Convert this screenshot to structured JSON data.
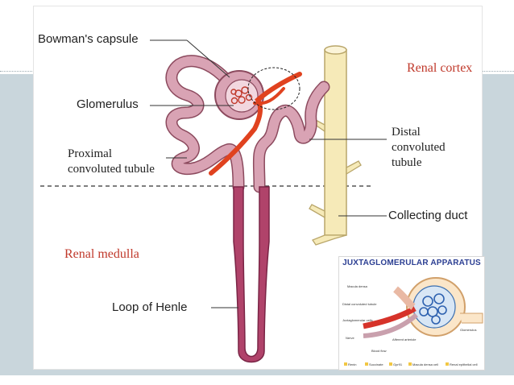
{
  "labels": {
    "bowmans_capsule": "Bowman's capsule",
    "glomerulus": "Glomerulus",
    "proximal_line1": "Proximal",
    "proximal_line2": "convoluted tubule",
    "distal_line1": "Distal",
    "distal_line2": "convoluted",
    "distal_line3": "tubule",
    "collecting_duct": "Collecting duct",
    "loop_of_henle": "Loop of Henle",
    "renal_cortex": "Renal cortex",
    "renal_medulla": "Renal medulla"
  },
  "inset": {
    "title": "JUXTAGLOMERULAR APPARATUS",
    "labels": {
      "macula_densa": "Macula densa",
      "distal_tubule": "Distal convoluted tubule",
      "juxtaglomerular_cells": "Juxtaglomerular cells",
      "nerve": "Nerve",
      "blood_flow": "Blood flow",
      "afferent": "Afferent arteriole",
      "glomerulus": "Glomerulus"
    },
    "legend": [
      "Renin",
      "Succinate",
      "Gpr91",
      "Macula densa cell",
      "Renal epithelial cell"
    ]
  },
  "colors": {
    "tubule_fill": "#d9a3b4",
    "tubule_stroke": "#8c4a5e",
    "medulla_fill": "#b0436a",
    "artery": "#e0421f",
    "collecting_duct": "#f6eab8",
    "accent_red": "#c0392b",
    "background_band": "#c9d6dc"
  }
}
